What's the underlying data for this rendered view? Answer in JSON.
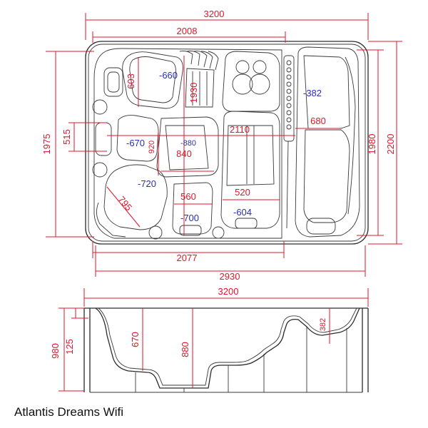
{
  "caption": "Atlantis Dreams Wifi",
  "colors": {
    "dimension_lines": "#e0162b",
    "depth_labels": "#2a2fb8",
    "outline": "#2b2b2b"
  },
  "plan_view": {
    "overall_width": "3200",
    "inner_width_top": "2008",
    "height_left": "1975",
    "lounger_length": "1980",
    "overall_depth": "2200",
    "bottom_width_2077": "2077",
    "bottom_width_2930": "2930",
    "seat_603": "603",
    "seat_1930": "1930",
    "seat_515": "515",
    "seat_920": "920",
    "seat_840": "840",
    "seat_2110": "2110",
    "lounger_680": "680",
    "seat_560": "560",
    "seat_520": "520",
    "seat_795": "795",
    "depth_660": "-660",
    "depth_382": "-382",
    "depth_670": "-670",
    "depth_880": "-880",
    "depth_720": "-720",
    "depth_700": "-700",
    "depth_604": "-604"
  },
  "section_view": {
    "overall_width": "3200",
    "height_980": "980",
    "height_125": "125",
    "depth_670": "670",
    "depth_880": "880",
    "depth_382": "382"
  }
}
